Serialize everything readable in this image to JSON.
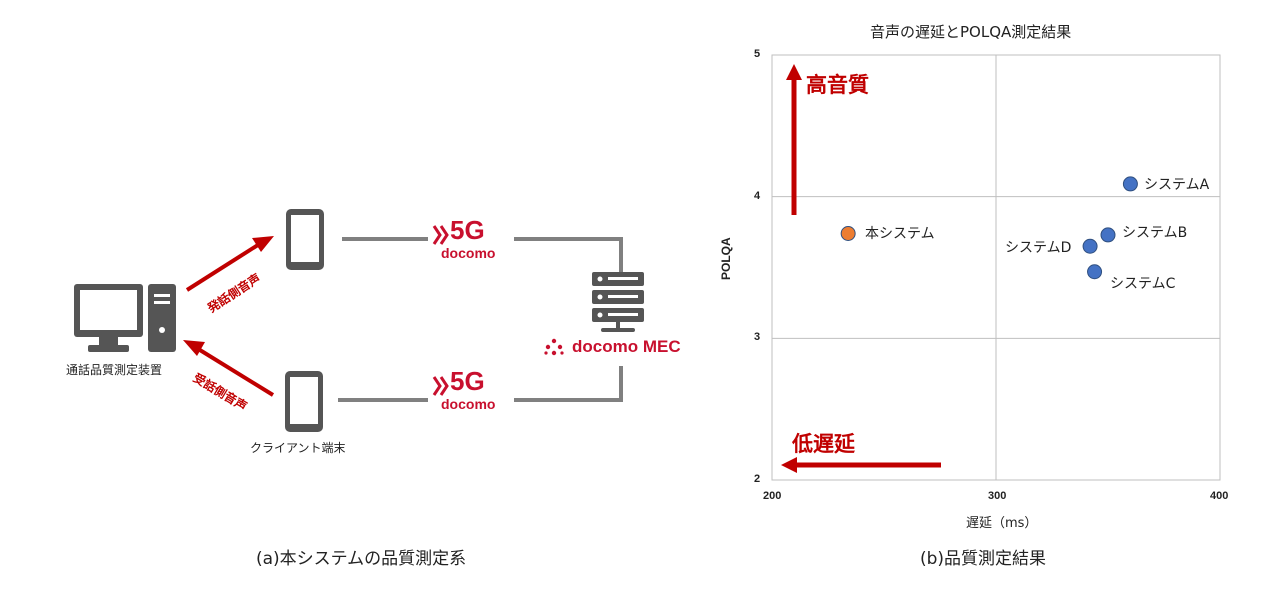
{
  "left_diagram": {
    "caption": "(a)本システムの品質測定系",
    "device_label": "通話品質測定装置",
    "client_label": "クライアント端末",
    "send_label": "発話側音声",
    "receive_label": "受話側音声",
    "network_top": {
      "logo_text": "5G",
      "brand": "docomo"
    },
    "network_bottom": {
      "logo_text": "5G",
      "brand": "docomo"
    },
    "mec_label": "docomo MEC",
    "colors": {
      "arrow": "#c00000",
      "brand": "#c8102e",
      "line": "#808080",
      "icon": "#555555"
    }
  },
  "right_chart": {
    "caption": "(b)品質測定結果",
    "high_quality_label": "高音質",
    "low_latency_label": "低遅延"
  },
  "chart_data": {
    "type": "scatter",
    "title": "音声の遅延とPOLQA測定結果",
    "xlabel": "遅延（ms）",
    "ylabel": "POLQA",
    "xlim": [
      200,
      400
    ],
    "ylim": [
      2,
      5
    ],
    "x_ticks": [
      "200",
      "300",
      "400"
    ],
    "y_ticks": [
      "2",
      "3",
      "4",
      "5"
    ],
    "grid": true,
    "points": [
      {
        "label": "本システム",
        "x": 234,
        "y": 3.74,
        "color": "#ed7d31"
      },
      {
        "label": "システムA",
        "x": 360,
        "y": 4.09,
        "color": "#4472c4"
      },
      {
        "label": "システムB",
        "x": 350,
        "y": 3.73,
        "color": "#4472c4"
      },
      {
        "label": "システムC",
        "x": 344,
        "y": 3.47,
        "color": "#4472c4"
      },
      {
        "label": "システムD",
        "x": 342,
        "y": 3.65,
        "color": "#4472c4"
      }
    ]
  }
}
